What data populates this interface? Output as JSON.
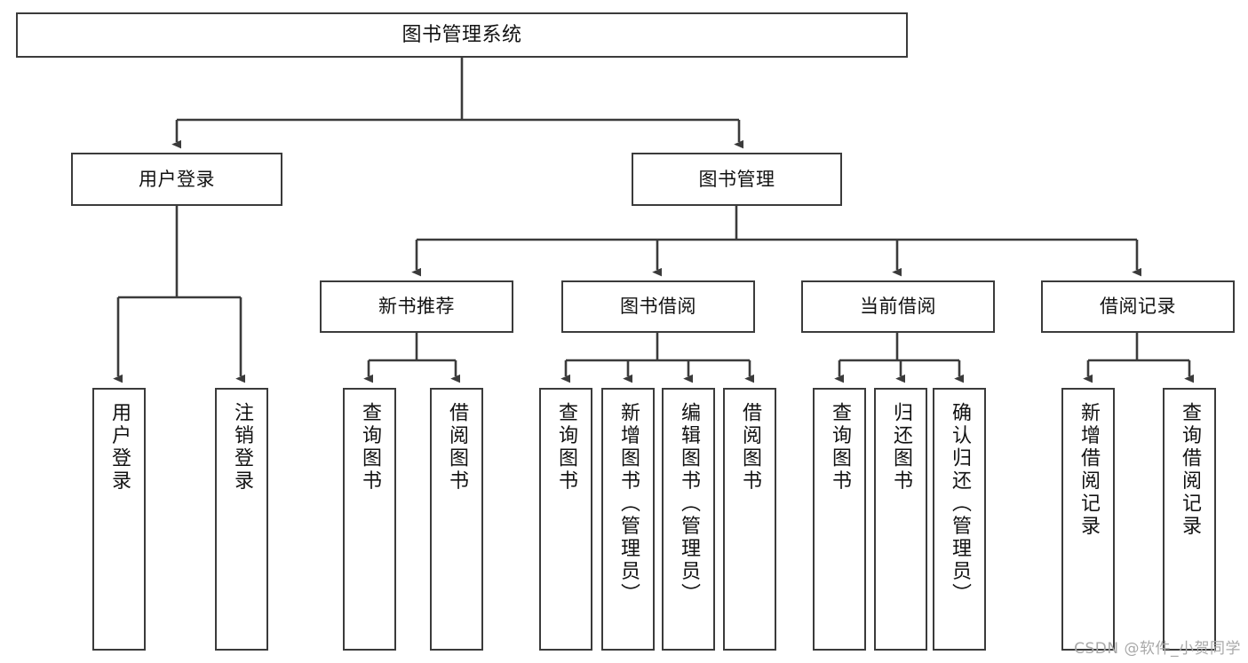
{
  "diagram": {
    "title": "图书管理系统",
    "type": "tree-hierarchy",
    "watermark": "CSDN @软件_小贺同学",
    "colors": {
      "stroke": "#3b3b3b",
      "fill": "#ffffff",
      "text": "#121212",
      "watermark": "#a9a9a9"
    },
    "root": {
      "id": "root",
      "label": "图书管理系统"
    },
    "level2": [
      {
        "id": "user-login",
        "label": "用户登录"
      },
      {
        "id": "book-manage",
        "label": "图书管理"
      }
    ],
    "level3": [
      {
        "id": "new-book-rec",
        "label": "新书推荐"
      },
      {
        "id": "book-borrow",
        "label": "图书借阅"
      },
      {
        "id": "current-borrow",
        "label": "当前借阅"
      },
      {
        "id": "borrow-record",
        "label": "借阅记录"
      }
    ],
    "leaves": {
      "user_login": [
        {
          "id": "leaf-user-login",
          "label": "用户登录"
        },
        {
          "id": "leaf-logout-login",
          "label": "注销登录"
        }
      ],
      "new_book_rec": [
        {
          "id": "leaf-query-book-1",
          "label": "查询图书"
        },
        {
          "id": "leaf-borrow-book-1",
          "label": "借阅图书"
        }
      ],
      "book_borrow": [
        {
          "id": "leaf-query-book-2",
          "label": "查询图书"
        },
        {
          "id": "leaf-add-book",
          "label": "新增图书（管理员）"
        },
        {
          "id": "leaf-edit-book",
          "label": "编辑图书（管理员）"
        },
        {
          "id": "leaf-borrow-book-2",
          "label": "借阅图书"
        }
      ],
      "current_borrow": [
        {
          "id": "leaf-query-book-3",
          "label": "查询图书"
        },
        {
          "id": "leaf-return-book",
          "label": "归还图书"
        },
        {
          "id": "leaf-confirm-return",
          "label": "确认归还（管理员）"
        }
      ],
      "borrow_record": [
        {
          "id": "leaf-add-record",
          "label": "新增借阅记录"
        },
        {
          "id": "leaf-query-record",
          "label": "查询借阅记录"
        }
      ]
    }
  }
}
